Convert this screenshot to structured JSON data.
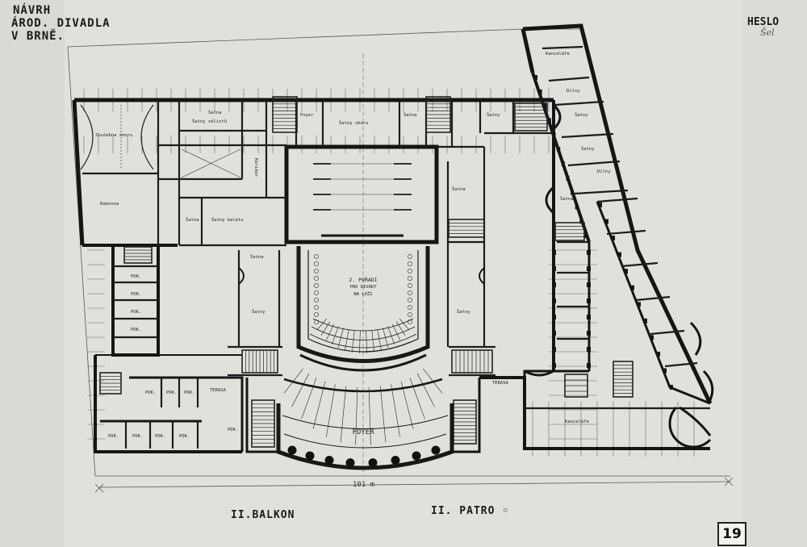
{
  "title_block": {
    "line1": "NÁVRH",
    "line2": "ÁROD. DIVADLA",
    "line3": "V BRNĚ."
  },
  "motto": {
    "label": "HESLO",
    "mark": "Šel"
  },
  "captions": {
    "left": "II.BALKON",
    "right": "II. PATRO ◦"
  },
  "sheet_number": "19",
  "dimension": "101 m",
  "rooms": {
    "rehearsal": "Zkušebna sboru",
    "ward_left": "Rabovna",
    "stair_r1": "Šatna",
    "dressing": "Šatny sólistů",
    "basket": "Šatny baletu",
    "corridor": "Koridor",
    "prompt": "Šatna",
    "office": "Foyer",
    "offices_top": "Šatny sboru",
    "store": "Šatna",
    "wardrobe": "Šatny",
    "second_row": "2. POŘADÍ",
    "seats_note": "PRO DIVÁKY",
    "seats_note2": "NA LOŽI",
    "foyer": "FOYER",
    "terrace_left": "TERASA",
    "terrace_right": "TERASA",
    "pok": "POK.",
    "balkony": "Šatna",
    "right_wing": "Kanceláře",
    "right_wing2": "Dílny",
    "kancelar_long": "Kanceláře"
  }
}
